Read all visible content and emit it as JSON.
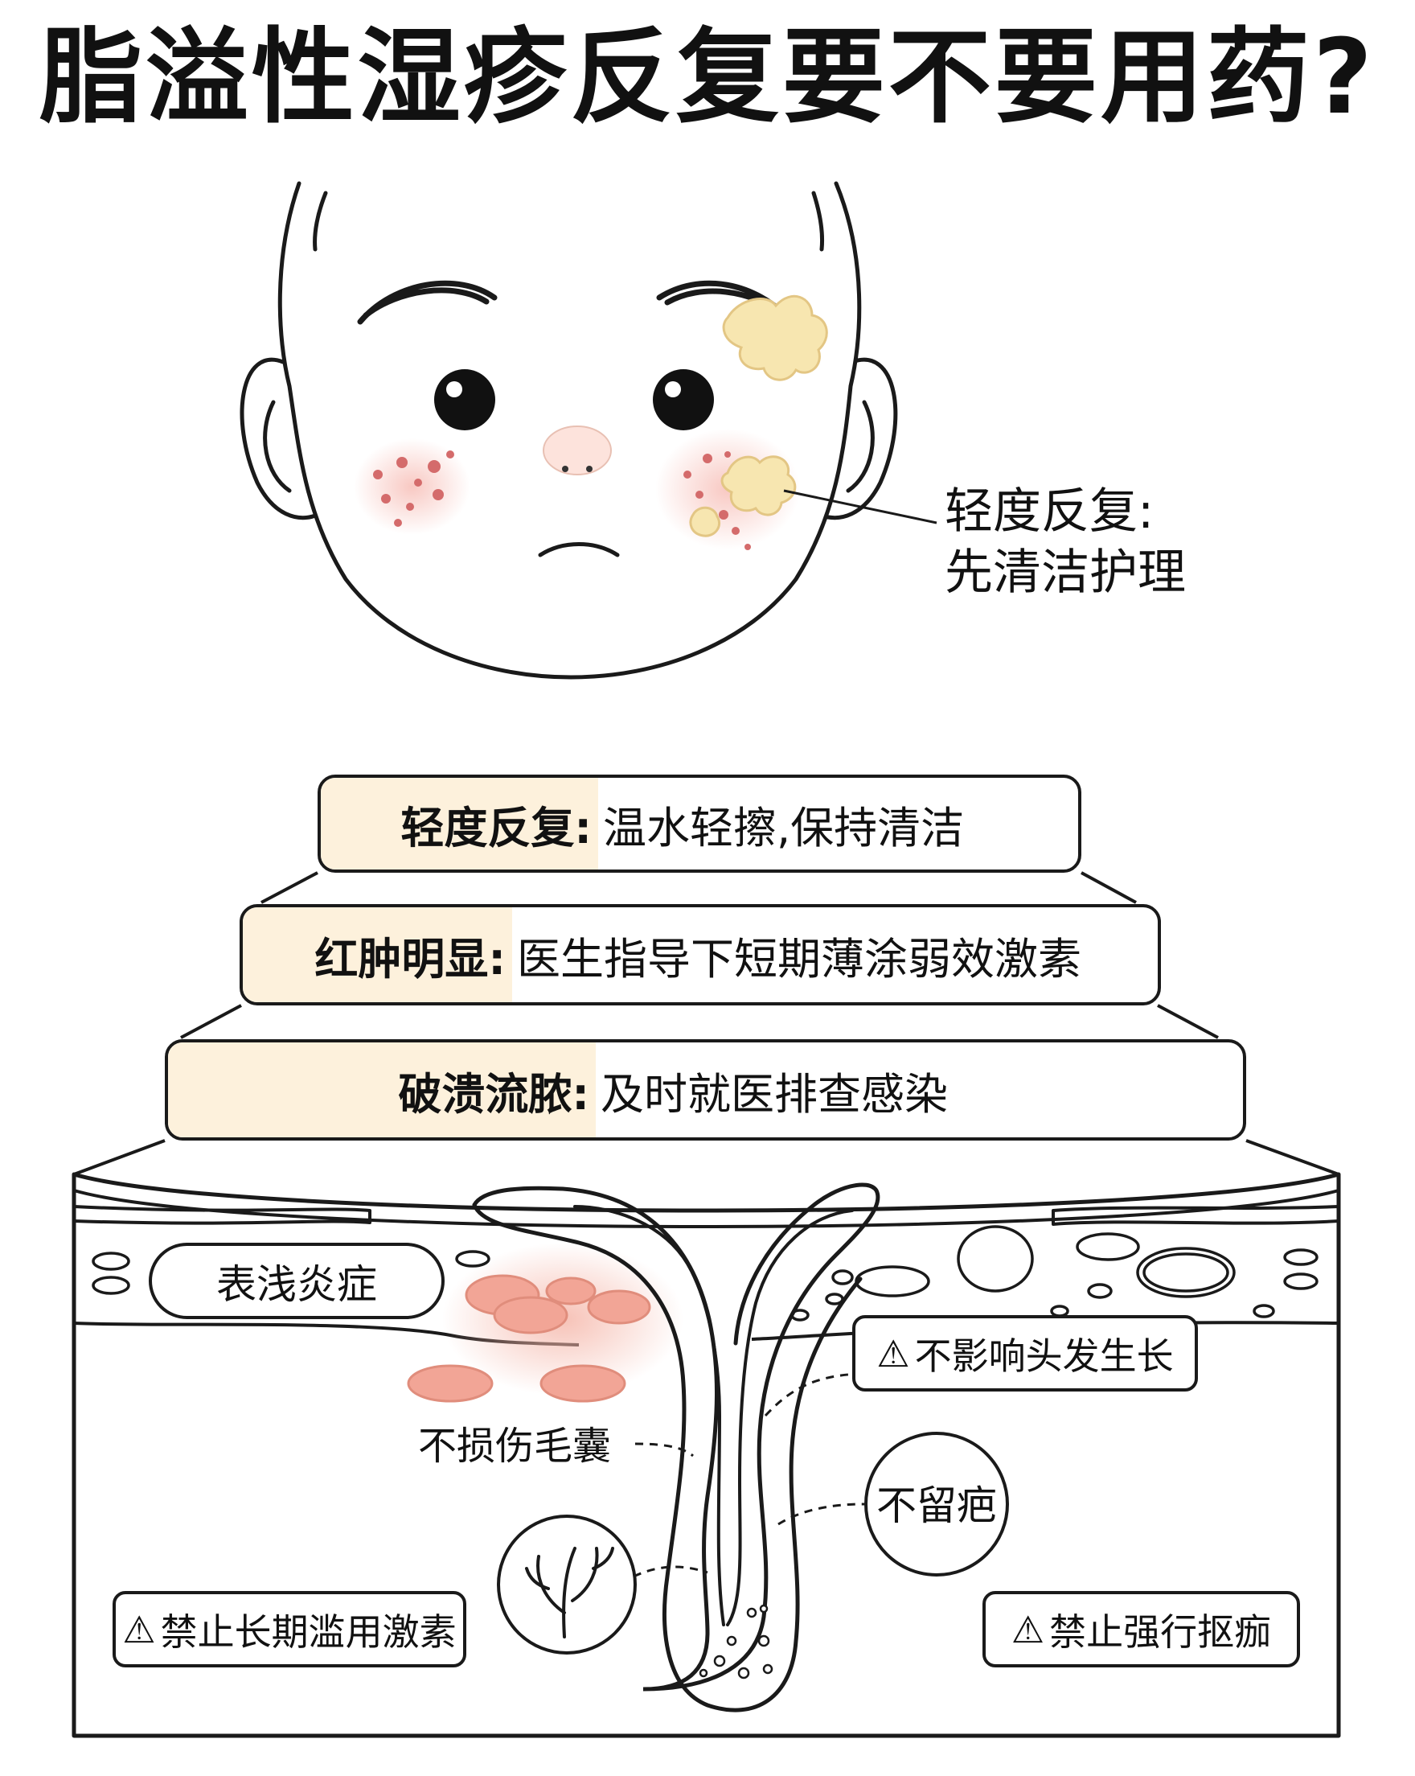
{
  "title": "脂溢性湿疹反复要不要用药?",
  "face_callout": {
    "line1": "轻度反复:",
    "line2": "先清洁护理"
  },
  "steps": [
    {
      "lead": "轻度反复:",
      "text": "温水轻擦,保持清洁"
    },
    {
      "lead": "红肿明显:",
      "text": "医生指导下短期薄涂弱效激素"
    },
    {
      "lead": "破溃流脓:",
      "text": "及时就医排查感染"
    }
  ],
  "skin_labels": {
    "surface_inflammation": "表浅炎症",
    "no_hair_effect": "不影响头发生长",
    "no_follicle_damage": "不损伤毛囊",
    "no_scar": "不留疤",
    "no_steroid_abuse": "禁止长期滥用激素",
    "no_picking": "禁止强行抠痂"
  },
  "icons": {
    "warning": "warning-triangle-icon",
    "vessel": "blood-vessel-icon"
  },
  "colors": {
    "highlight": "#fdf1dc",
    "inflammation": "#f2a596",
    "crust": "#f7e6b0",
    "outline": "#1a1a1a"
  }
}
